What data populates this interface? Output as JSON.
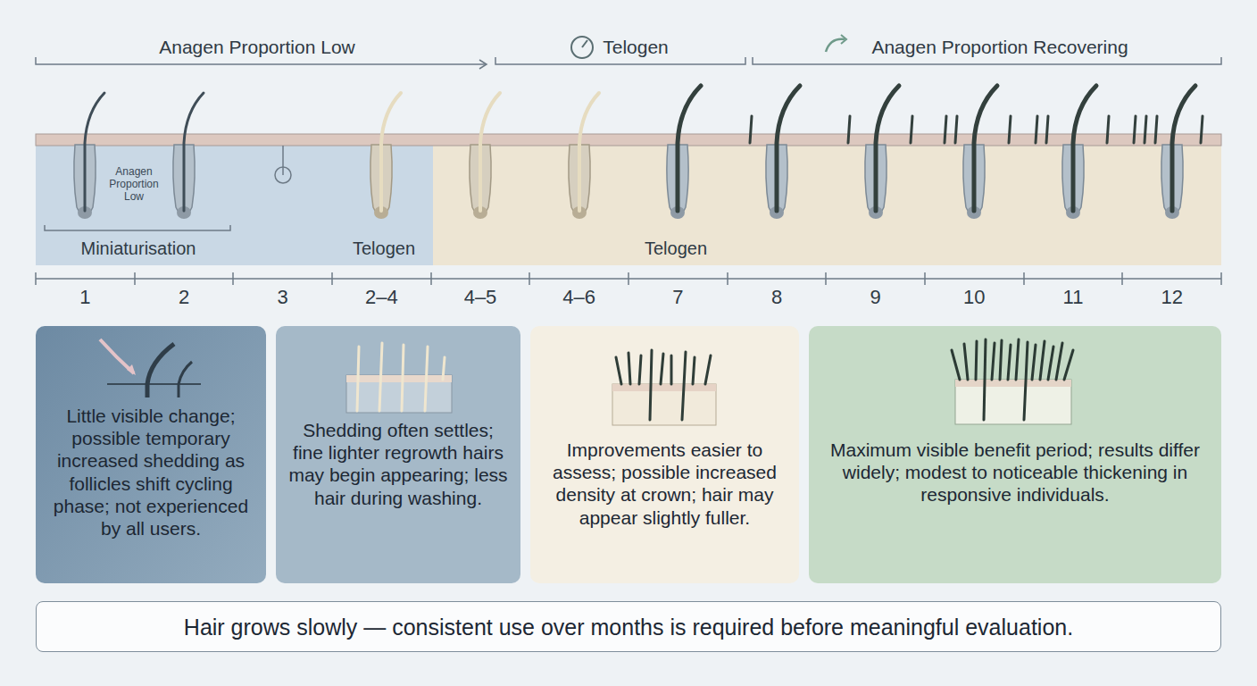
{
  "diagram": {
    "nodes": [
      {
        "text": [
          "Little visible change; possible temporary increased shedding as follicles shift cycling phase; not experienced by all users."
        ]
      },
      {
        "text": [
          "Shedding often settles; fine lighter regrowth hairs may begin appearing; less hair during washing."
        ]
      },
      {
        "text": [
          "Improvements easier to assess; possible increased density at crown; hair may appear slightly fuller."
        ]
      },
      {
        "text": [
          "Maximum visible benefit period; results differ widely; modest to noticeable thickening in responsive individuals."
        ]
      },
      {
        "text": [
          "Hair grows slowly — consistent use over months is required before meaningful evaluation."
        ]
      }
    ],
    "labels": [
      "Anagen Proportion Low",
      "Telogen",
      "Anagen Proportion Recovering",
      "Anagen Proportion Low",
      "Miniaturisation",
      "Telogen",
      "Telogen",
      "1",
      "2",
      "3",
      "2–4",
      "4–5",
      "4–6",
      "7",
      "8",
      "9",
      "10",
      "11",
      "12"
    ]
  }
}
